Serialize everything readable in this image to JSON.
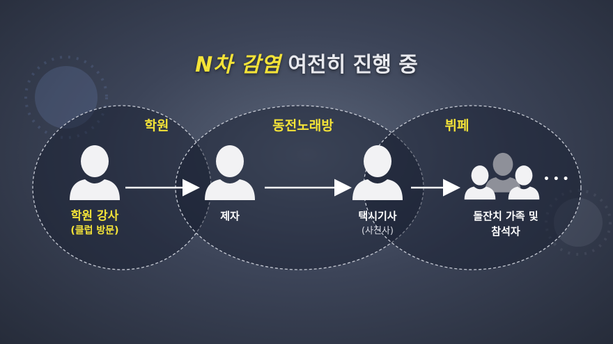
{
  "title": {
    "accent": "N차 감염",
    "rest": "여전히 진행 중"
  },
  "colors": {
    "accent": "#f4e338",
    "text": "#ffffff",
    "circle_fill": "rgba(20,26,44,0.45)",
    "circle_stroke": "#c8ccd6"
  },
  "circles": [
    {
      "label": "학원"
    },
    {
      "label": "동전노래방"
    },
    {
      "label": "뷔페"
    }
  ],
  "nodes": [
    {
      "icon": "person-icon",
      "label": "학원 강사",
      "sub": "(클럽 방문)",
      "highlight": true
    },
    {
      "icon": "person-icon",
      "label": "제자",
      "sub": "",
      "highlight": false
    },
    {
      "icon": "person-icon",
      "label": "택시기사",
      "sub": "(사진사)",
      "highlight": false
    },
    {
      "icon": "group-icon",
      "label": "돌잔치 가족 및",
      "sub": "참석자",
      "highlight": false
    }
  ],
  "ellipsis": "• • •"
}
